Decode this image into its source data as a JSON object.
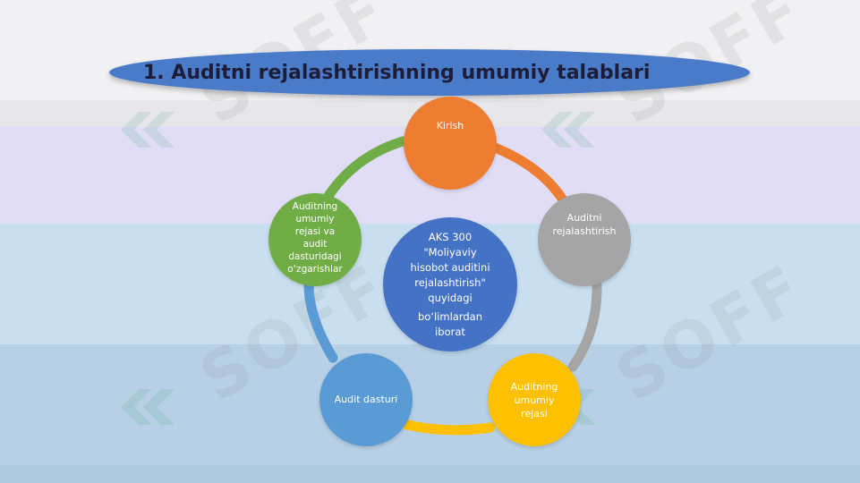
{
  "title": "1. Auditni rejalashtirishning umumiy talablari",
  "watermark_text": "SOFF",
  "colors": {
    "title_fill": "#4a7bc8",
    "center": "#4472c4",
    "orange": "#ed7d31",
    "gray": "#a5a5a5",
    "yellow": "#ffc000",
    "lightblue": "#5b9bd5",
    "green": "#70ad47"
  },
  "center": {
    "line1": "AKS 300 \"Moliyaviy",
    "line2": "hisobot auditini",
    "line3": "rejalashtirish\"",
    "line4": "quyidagi",
    "line5": "bo‘limlardan",
    "line6": "iborat"
  },
  "nodes": {
    "top": {
      "label": "Kirish"
    },
    "right": {
      "line1": "Auditni",
      "line2": "rejalashtirish"
    },
    "bottom_right": {
      "line1": "Auditning",
      "line2": "umumiy",
      "line3": "rejasi"
    },
    "bottom_left": {
      "label": "Audit dasturi"
    },
    "left": {
      "line1": "Auditning",
      "line2": "umumiy",
      "line3": "rejasi va",
      "line4": "audit",
      "line5": "dasturidagi",
      "line6": "o‘zgarishlar"
    }
  }
}
